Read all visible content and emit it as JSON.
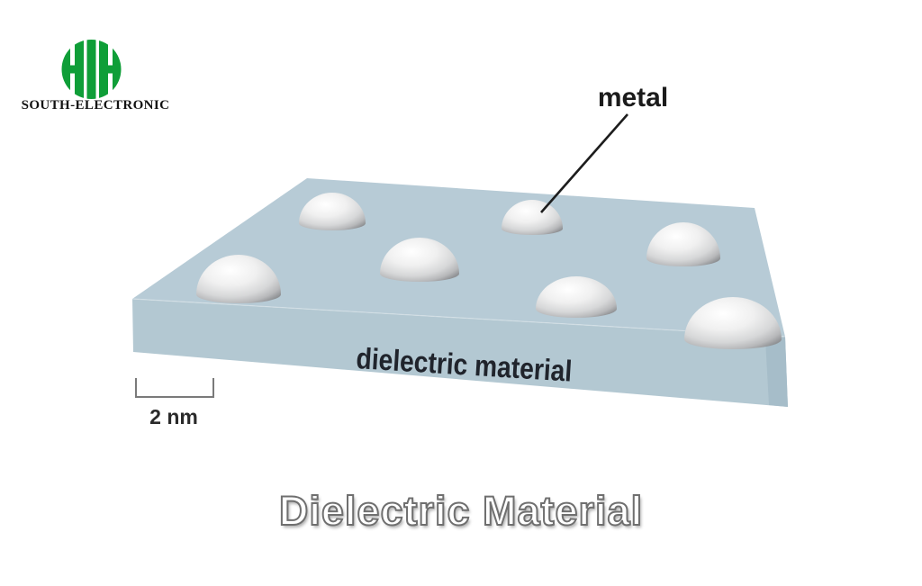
{
  "page": {
    "background_color": "#ffffff"
  },
  "logo": {
    "glyph_name": "double-h-emblem-icon",
    "glyph_color": "#0f9e38",
    "wordmark": "SOUTH-ELECTRONIC"
  },
  "diagram": {
    "metal_label": "metal",
    "substrate_label": "dielectric material",
    "scale_label": "2 nm",
    "nanoparticle_count": 7,
    "colors": {
      "slab_top": "#b7cbd6",
      "slab_front": "#b3c8d2",
      "slab_side": "#a6bdc9",
      "label_ink": "#1b1b1b",
      "substrate_ink": "#20242c",
      "scale_ink": "#2a2a2a",
      "scale_bar": "#7a7a7a",
      "arrow": "#1d1d1d"
    }
  },
  "title": {
    "text": "Dielectric Material"
  }
}
